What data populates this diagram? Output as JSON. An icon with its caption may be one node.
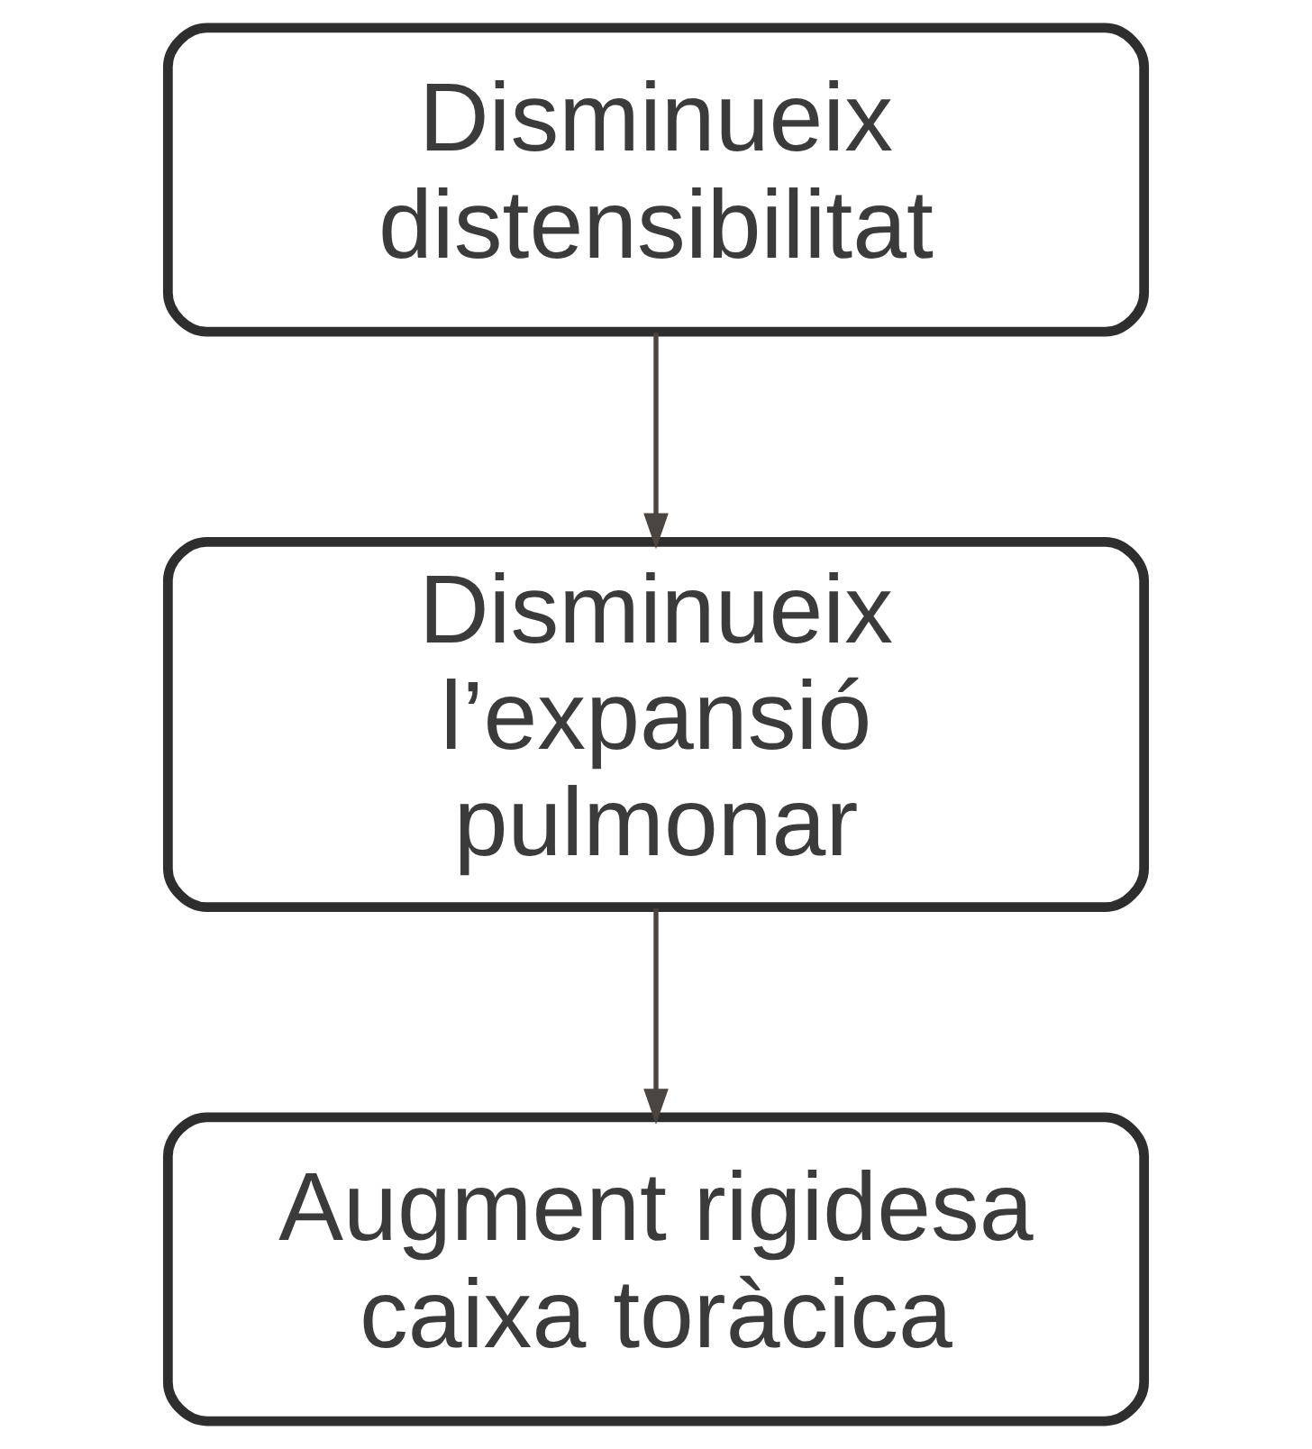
{
  "diagram": {
    "nodes": [
      {
        "text": [
          "Disminueix distensibilitat"
        ]
      },
      {
        "text": [
          "Disminueix l’expansió pulmonar"
        ]
      },
      {
        "text": [
          "Augment rigidesa caixa toràcica"
        ]
      }
    ],
    "edges": [
      {
        "from": 0,
        "to": 1,
        "arrow": "to"
      },
      {
        "from": 1,
        "to": 2,
        "arrow": "to"
      }
    ]
  }
}
